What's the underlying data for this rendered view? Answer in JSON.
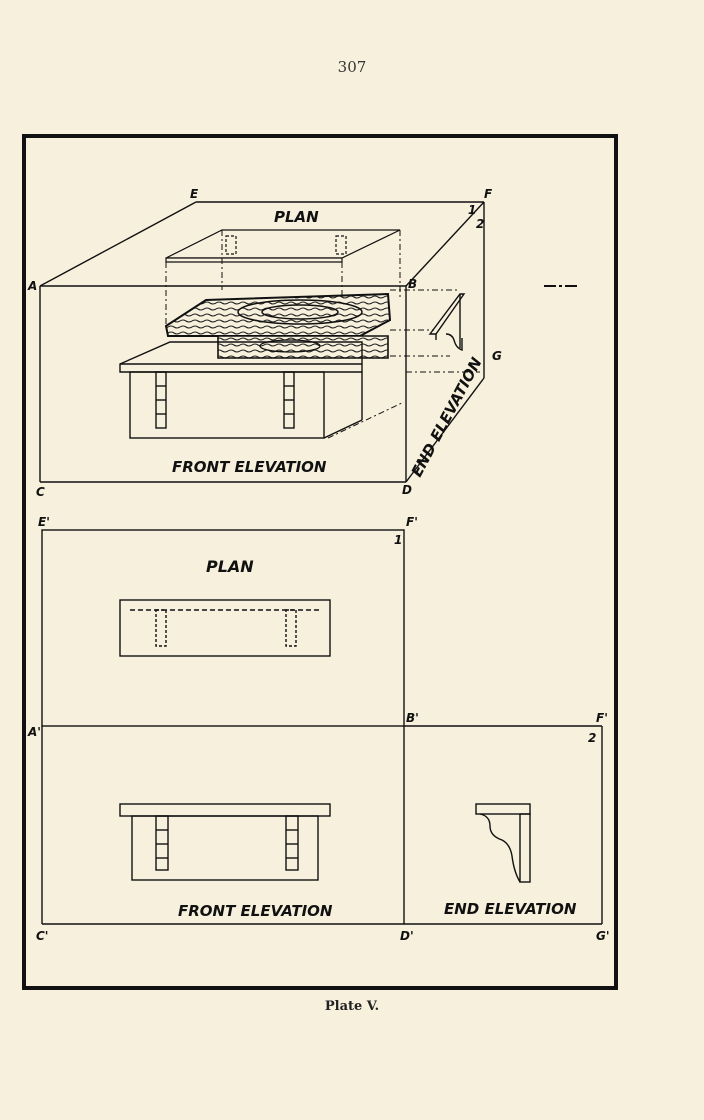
{
  "page_number": "307",
  "caption": "Plate V.",
  "iso": {
    "plan_title": "PLAN",
    "front_elevation_title": "FRONT ELEVATION",
    "end_elevation_title": "END ELEVATION",
    "labels": {
      "A": "A",
      "B": "B",
      "C": "C",
      "D": "D",
      "E": "E",
      "F": "F",
      "G": "G",
      "n1": "1",
      "n2": "2"
    }
  },
  "ortho": {
    "plan_title": "PLAN",
    "front_elevation_title": "FRONT ELEVATION",
    "end_elevation_title": "END ELEVATION",
    "labels": {
      "A": "A'",
      "B": "B'",
      "C": "C'",
      "D": "D'",
      "E": "E'",
      "F": "F'",
      "F2": "F'",
      "G": "G'",
      "n1": "1",
      "n2": "2"
    }
  },
  "colors": {
    "paper": "#f6f0dc",
    "ink": "#111111"
  }
}
